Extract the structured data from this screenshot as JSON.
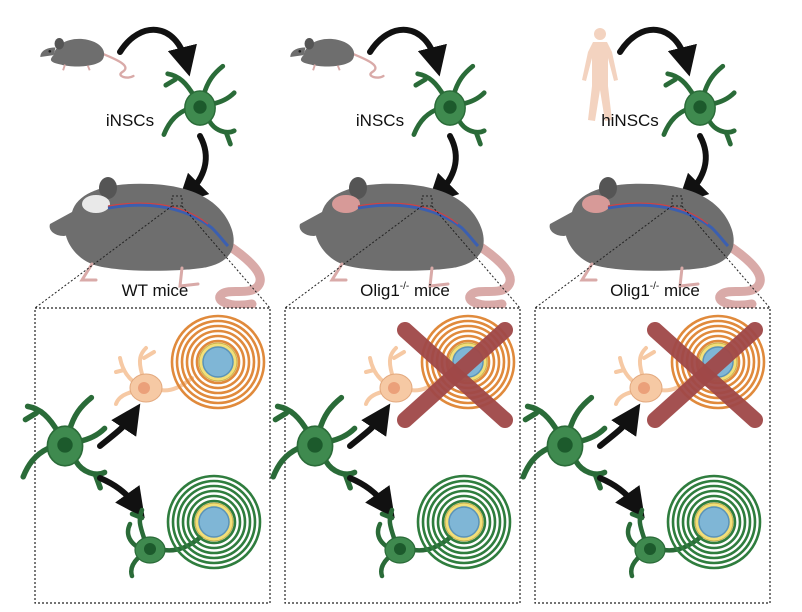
{
  "panels": [
    {
      "donor_label": "iNSCs",
      "donor": "mouse",
      "host_label": "WT mice",
      "host_sup": "",
      "host_suffix": "",
      "oligodendrocyte_blocked": false
    },
    {
      "donor_label": "iNSCs",
      "donor": "mouse",
      "host_label": "Olig1",
      "host_sup": "-/-",
      "host_suffix": " mice",
      "oligodendrocyte_blocked": true
    },
    {
      "donor_label": "hiNSCs",
      "donor": "human",
      "host_label": "Olig1",
      "host_sup": "-/-",
      "host_suffix": " mice",
      "oligodendrocyte_blocked": true
    }
  ],
  "colors": {
    "nsc_green": "#3f8a4f",
    "nsc_dark": "#2a6b38",
    "nucleus": "#1c5a2c",
    "mouse_grey": "#6e6e6e",
    "mouse_dark": "#555555",
    "tail_pink": "#d9aaa8",
    "oligo_peach": "#f6c9a4",
    "oligo_orange": "#e08a3c",
    "myelin_green": "#2f7d3e",
    "axon_blue": "#7fb6d6",
    "axon_blue_dark": "#5a93b8",
    "halo_yellow": "#f2df7a",
    "cross_red": "#a04848",
    "brain_pink": "#d79a98",
    "spine_blue": "#3b5fb0",
    "spine_red": "#c44",
    "human_skin": "#f3d3c0"
  }
}
